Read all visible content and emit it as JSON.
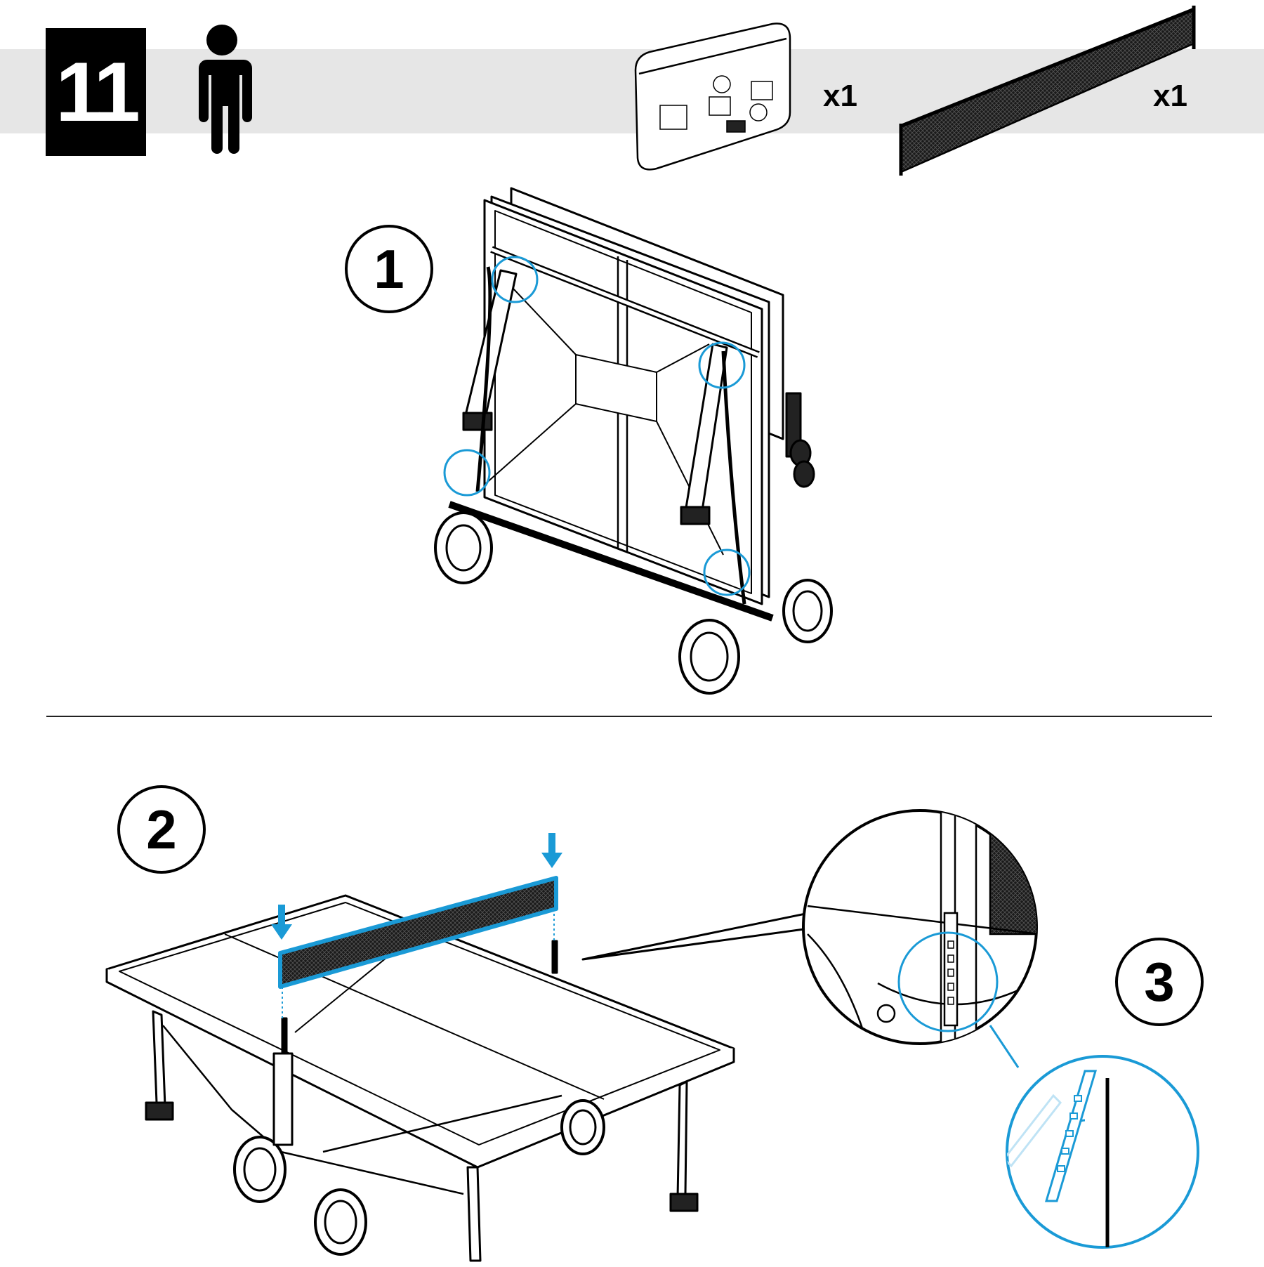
{
  "header": {
    "step_number": "11",
    "people_icon": "person-icon"
  },
  "parts": [
    {
      "name": "instruction-cover",
      "quantity": "x1"
    },
    {
      "name": "net",
      "quantity": "x1"
    }
  ],
  "steps": [
    {
      "label": "1"
    },
    {
      "label": "2"
    },
    {
      "label": "3"
    }
  ],
  "colors": {
    "highlight": "#1a9ad6",
    "band": "#e6e6e6",
    "ink": "#000000"
  }
}
